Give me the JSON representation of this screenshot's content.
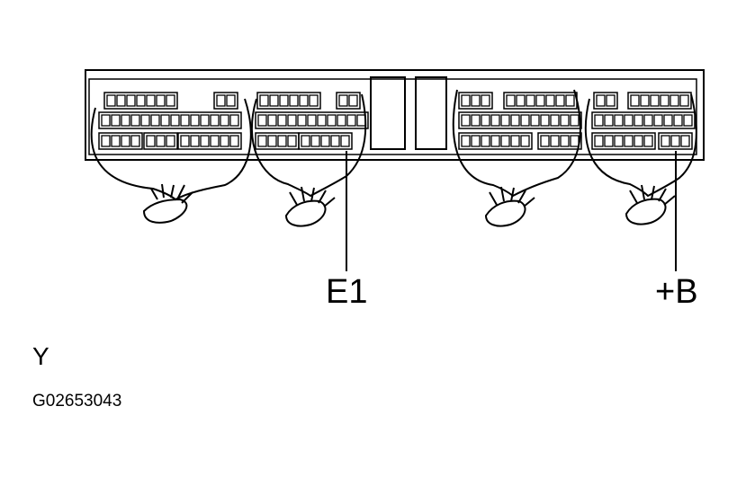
{
  "diagram": {
    "pin_labels": {
      "e1": "E1",
      "plus_b": "+B"
    },
    "view_letter": "Y",
    "figure_code": "G02653043",
    "line_color": "#000000",
    "background": "#ffffff"
  }
}
